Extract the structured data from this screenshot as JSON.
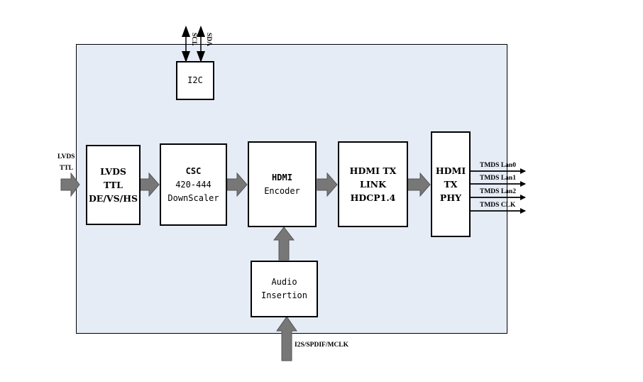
{
  "diagram": {
    "chip_fill": "#e6ecf6",
    "arrow_fill": "#777777",
    "blocks": {
      "i2c": [
        "I2C"
      ],
      "lvds": [
        "LVDS",
        "TTL",
        "DE/VS/HS"
      ],
      "csc": [
        "CSC",
        "420-444",
        "DownScaler"
      ],
      "encoder": [
        "HDMI",
        "Encoder"
      ],
      "link": [
        "HDMI TX",
        "LINK",
        "HDCP1.4"
      ],
      "phy": [
        "HDMI",
        "TX",
        "PHY"
      ],
      "audio": [
        "Audio",
        "Insertion"
      ]
    },
    "signals": {
      "scl": "SCL",
      "sda": "SDA",
      "input": [
        "LVDS",
        "TTL"
      ],
      "audio_in": "I2S/SPDIF/MCLK",
      "tmds": [
        "TMDS Lan0",
        "TMDS Lan1",
        "TMDS Lan2",
        "TMDS CLK"
      ]
    }
  }
}
